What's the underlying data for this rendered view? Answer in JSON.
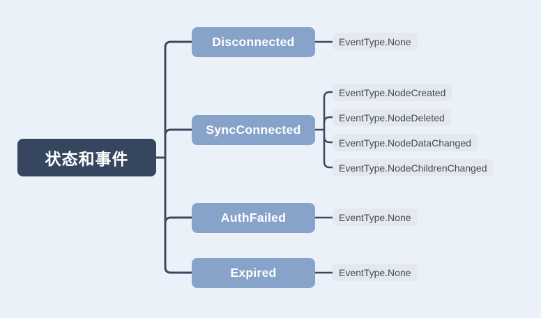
{
  "diagram": {
    "type": "mind-map",
    "background_color": "#eaf1f9",
    "root_color": "#35465e",
    "branch_color": "#87a3c9",
    "leaf_color": "#e5e9ef",
    "connector_color": "#3a4a5e",
    "root": {
      "label": "状态和事件"
    },
    "branches": [
      {
        "label": "Disconnected",
        "leaves": [
          {
            "label": "EventType.None"
          }
        ]
      },
      {
        "label": "SyncConnected",
        "leaves": [
          {
            "label": "EventType.NodeCreated"
          },
          {
            "label": "EventType.NodeDeleted"
          },
          {
            "label": "EventType.NodeDataChanged"
          },
          {
            "label": "EventType.NodeChildrenChanged"
          }
        ]
      },
      {
        "label": "AuthFailed",
        "leaves": [
          {
            "label": "EventType.None"
          }
        ]
      },
      {
        "label": "Expired",
        "leaves": [
          {
            "label": "EventType.None"
          }
        ]
      }
    ]
  }
}
